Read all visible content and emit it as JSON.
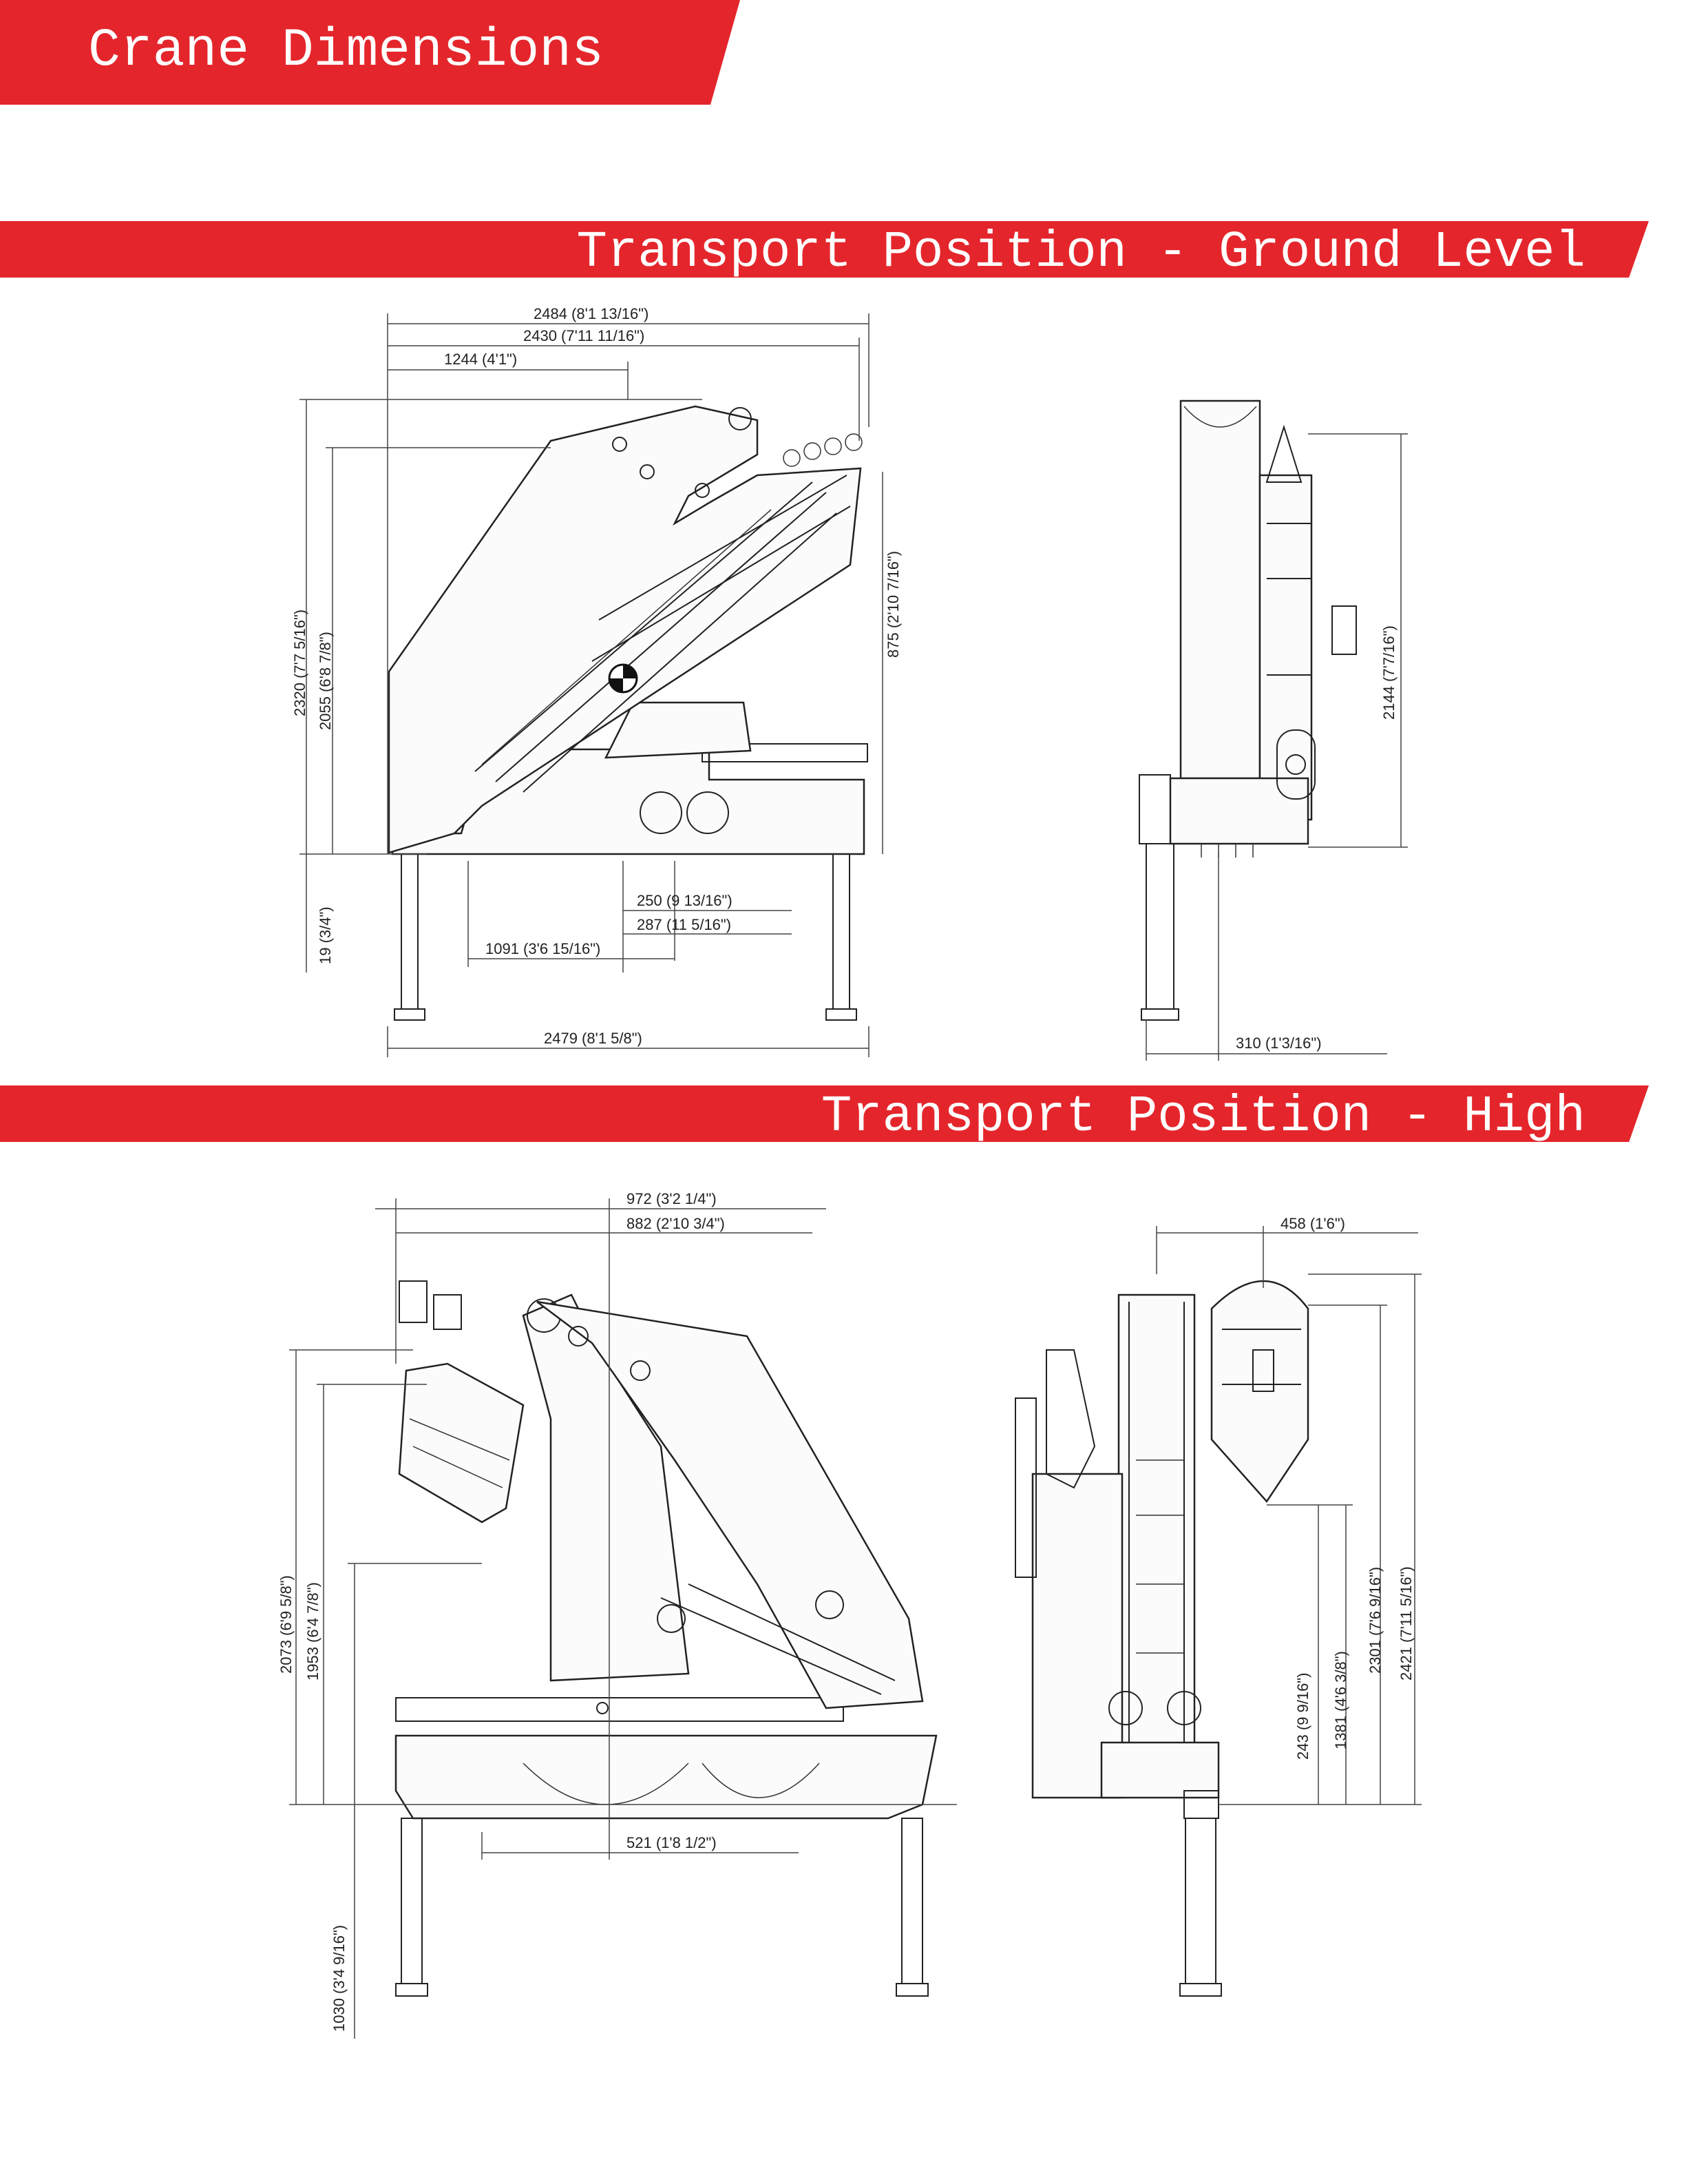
{
  "page_title": "Crane Dimensions",
  "sections": [
    {
      "title": "Transport Position - Ground Level",
      "dims": {
        "top_2484": "2484   (8'1 13/16\")",
        "top_2430": "2430   (7'11 11/16\")",
        "top_1244": "1244   (4'1\")",
        "left_2320": "2320   (7'7 5/16\")",
        "left_2055": "2055   (6'8 7/8\")",
        "left_19": "19   (3/4\")",
        "right_875": "875   (2'10 7/16\")",
        "mid_250": "250   (9 13/16\")",
        "mid_287": "287   (11 5/16\")",
        "mid_1091": "1091   (3'6 15/16\")",
        "bottom_2479": "2479   (8'1 5/8\")",
        "side_2144": "2144   (7'7/16\")",
        "side_310": "310   (1'3/16\")"
      }
    },
    {
      "title": "Transport Position - High",
      "dims": {
        "top_972": "972   (3'2 1/4\")",
        "top_882": "882   (2'10 3/4\")",
        "left_2073": "2073   (6'9 5/8\")",
        "left_1953": "1953   (6'4 7/8\")",
        "left_1030": "1030   (3'4 9/16\")",
        "mid_521": "521   (1'8 1/2\")",
        "side_458": "458   (1'6\")",
        "side_243": "243   (9 9/16\")",
        "side_1381": "1381   (4'6 3/8\")",
        "side_2301": "2301   (7'6 9/16\")",
        "side_2421": "2421   (7'11 5/16\")"
      }
    }
  ],
  "colors": {
    "banner": "#e4262c",
    "banner_text": "#ffffff",
    "line": "#222222"
  }
}
